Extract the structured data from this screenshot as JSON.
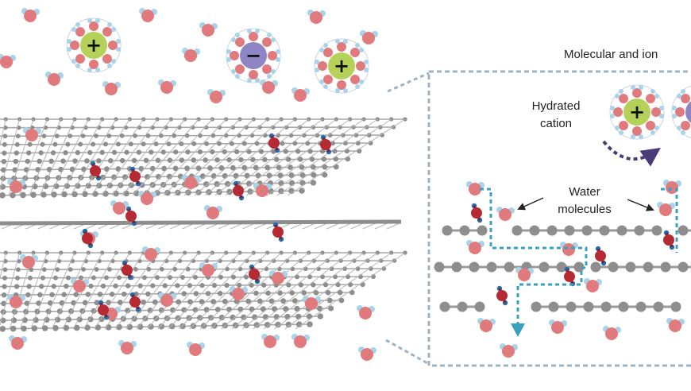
{
  "labels": {
    "title": "Molecular and ion",
    "hydrated_cation": [
      "Hydrated",
      "cation"
    ],
    "water_molecules": [
      "Water",
      "molecules"
    ]
  },
  "ions": {
    "cation_sign": "+",
    "anion_sign": "−"
  },
  "colors": {
    "oxygen": "#e07a7d",
    "hydrogen": "#a8d3ea",
    "oxygen_dark": "#b52a33",
    "hydrogen_dark": "#1e6fb0",
    "carbon": "#8e8e8e",
    "bond": "#9a9a9a",
    "cation_fill": "#b5d15a",
    "anion_fill": "#8e86c4",
    "shell_stroke": "#c9d3dc",
    "path_dash": "#3a9fc0",
    "rotate_arrow": "#4b3a78",
    "frame": "#9fb3c4"
  },
  "icons": {
    "cation": "plus-ion-icon",
    "anion": "minus-ion-icon",
    "water": "water-molecule-icon"
  }
}
